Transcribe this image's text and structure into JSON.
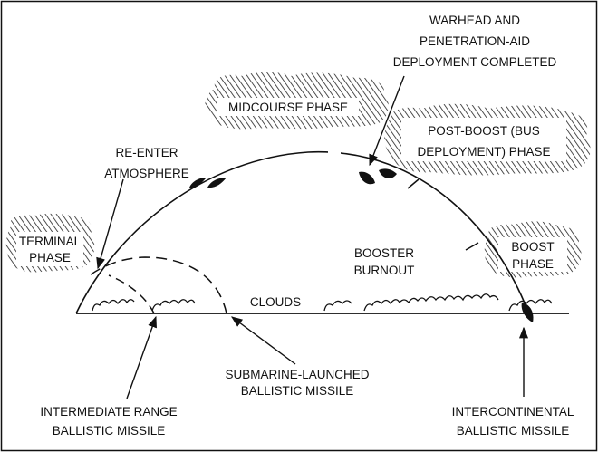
{
  "labels": {
    "warhead_line1": "WARHEAD AND",
    "warhead_line2": "PENETRATION-AID",
    "warhead_line3": "DEPLOYMENT COMPLETED",
    "midcourse": "MIDCOURSE PHASE",
    "postboost_line1": "POST-BOOST (BUS",
    "postboost_line2": "DEPLOYMENT) PHASE",
    "reenter_line1": "RE-ENTER",
    "reenter_line2": "ATMOSPHERE",
    "terminal_line1": "TERMINAL",
    "terminal_line2": "PHASE",
    "booster_line1": "BOOSTER",
    "booster_line2": "BURNOUT",
    "boost_line1": "BOOST",
    "boost_line2": "PHASE",
    "clouds": "CLOUDS",
    "slbm_line1": "SUBMARINE-LAUNCHED",
    "slbm_line2": "BALLISTIC MISSILE",
    "irbm_line1": "INTERMEDIATE RANGE",
    "irbm_line2": "BALLISTIC MISSILE",
    "icbm_line1": "INTERCONTINENTAL",
    "icbm_line2": "BALLISTIC MISSILE"
  },
  "colors": {
    "ink": "#111111",
    "paper": "#ffffff"
  }
}
